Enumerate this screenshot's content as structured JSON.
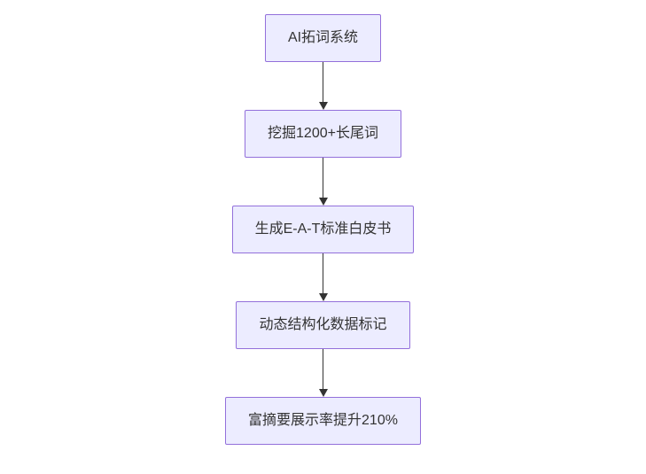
{
  "diagram": {
    "type": "flowchart",
    "direction": "top-down",
    "nodes": [
      {
        "label": "AI拓词系统"
      },
      {
        "label": "挖掘1200+长尾词"
      },
      {
        "label": "生成E-A-T标准白皮书"
      },
      {
        "label": "动态结构化数据标记"
      },
      {
        "label": "富摘要展示率提升210%"
      }
    ],
    "edges": [
      {
        "from": 0,
        "to": 1
      },
      {
        "from": 1,
        "to": 2
      },
      {
        "from": 2,
        "to": 3
      },
      {
        "from": 3,
        "to": 4
      }
    ],
    "colors": {
      "node_fill": "#ECECFF",
      "node_border": "#9370DB",
      "arrow": "#333333",
      "text": "#333333",
      "background": "#ffffff"
    }
  }
}
